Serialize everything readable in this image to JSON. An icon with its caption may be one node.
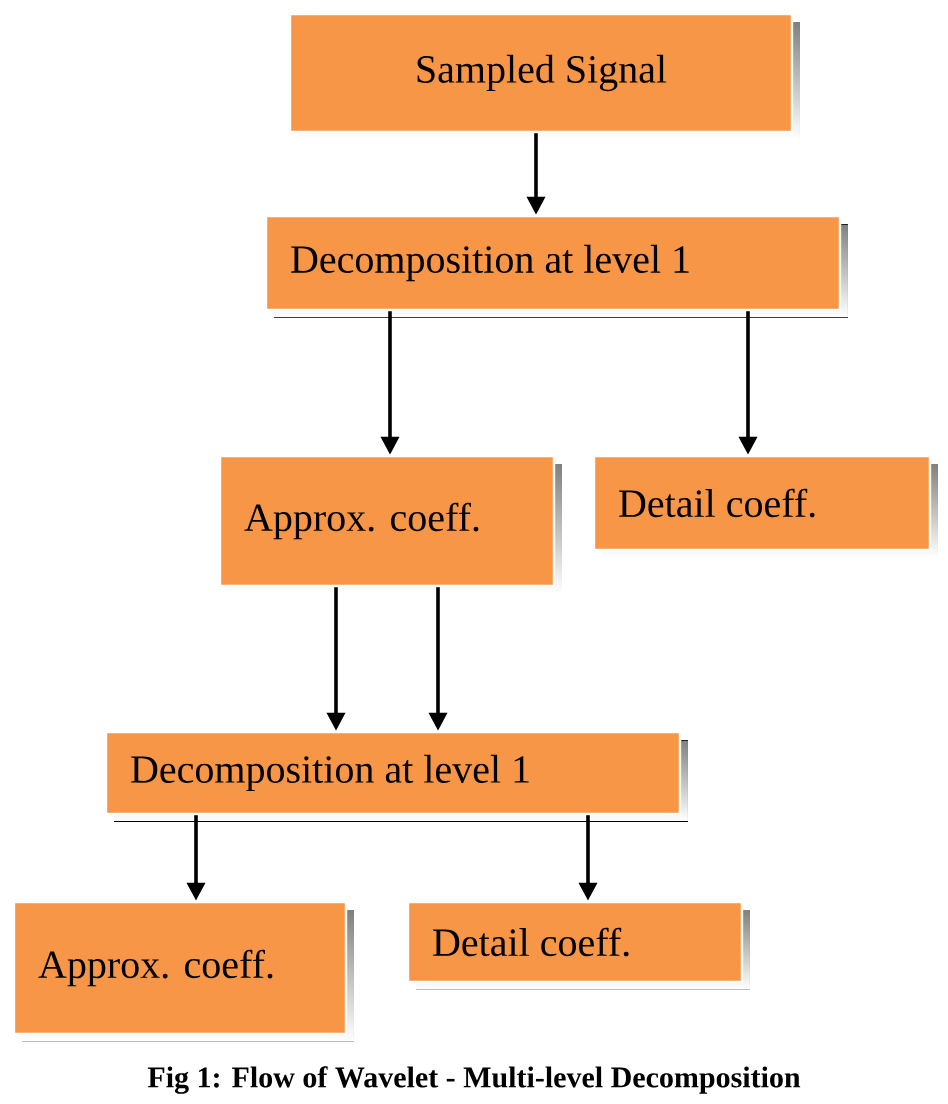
{
  "diagram": {
    "caption": "Fig 1: Flow of Wavelet - Multi-level Decomposition",
    "nodes": [
      {
        "text": [
          "Sampled Signal"
        ]
      },
      {
        "text": [
          "Decomposition at level 1"
        ]
      },
      {
        "text": [
          "Approx. coeff."
        ]
      },
      {
        "text": [
          "Detail coeff."
        ]
      },
      {
        "text": [
          "Decomposition at level 1"
        ]
      },
      {
        "text": [
          "Approx. coeff."
        ]
      },
      {
        "text": [
          "Detail coeff."
        ]
      }
    ],
    "edges": [
      {
        "from": 0,
        "to": 1,
        "arrow": "to"
      },
      {
        "from": 1,
        "to": 2,
        "arrow": "to"
      },
      {
        "from": 1,
        "to": 3,
        "arrow": "to"
      },
      {
        "from": 2,
        "to": 4,
        "arrow": "to"
      },
      {
        "from": 2,
        "to": 4,
        "arrow": "to"
      },
      {
        "from": 4,
        "to": 5,
        "arrow": "to"
      },
      {
        "from": 4,
        "to": 6,
        "arrow": "to"
      }
    ]
  }
}
